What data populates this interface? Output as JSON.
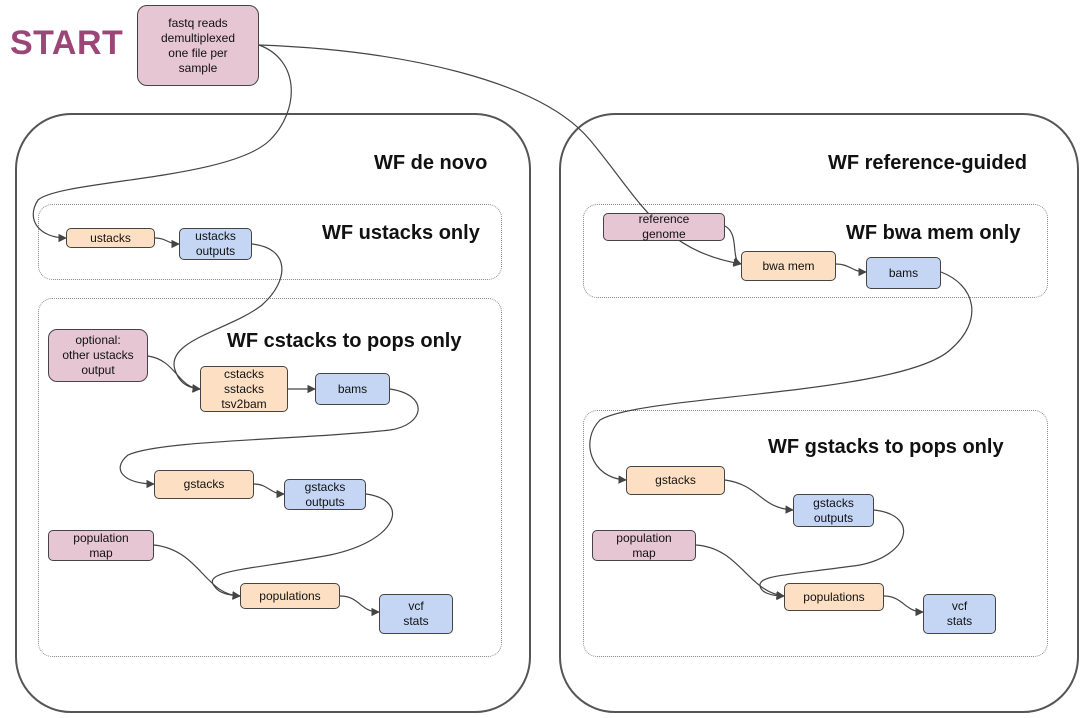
{
  "start_label": "START",
  "titles": {
    "denovo": "WF de novo",
    "reference": "WF reference-guided",
    "ustacks_only": "WF ustacks only",
    "cstacks_to_pops": "WF cstacks to pops only",
    "bwa_only": "WF bwa mem only",
    "gstacks_to_pops": "WF gstacks to pops only"
  },
  "nodes": {
    "fastq": "fastq reads\ndemultiplexed\none file per\nsample",
    "ustacks": "ustacks",
    "ustacks_outputs": "ustacks\noutputs",
    "optional": "optional:\nother ustacks\noutput",
    "cstacks": "cstacks\nsstacks\ntsv2bam",
    "bams_dn": "bams",
    "gstacks_dn": "gstacks",
    "gstacks_outputs_dn": "gstacks\noutputs",
    "popmap_dn": "population\nmap",
    "populations_dn": "populations",
    "vcf_dn": "vcf\nstats",
    "reference_genome": "reference\ngenome",
    "bwa_mem": "bwa mem",
    "bams_ref": "bams",
    "gstacks_ref": "gstacks",
    "gstacks_outputs_ref": "gstacks\noutputs",
    "popmap_ref": "population\nmap",
    "populations_ref": "populations",
    "vcf_ref": "vcf\nstats"
  },
  "colors": {
    "start": "#9b4677",
    "input": "#e6c6d3",
    "tool": "#fde0c4",
    "output": "#c4d6f4",
    "edge": "#444444"
  }
}
